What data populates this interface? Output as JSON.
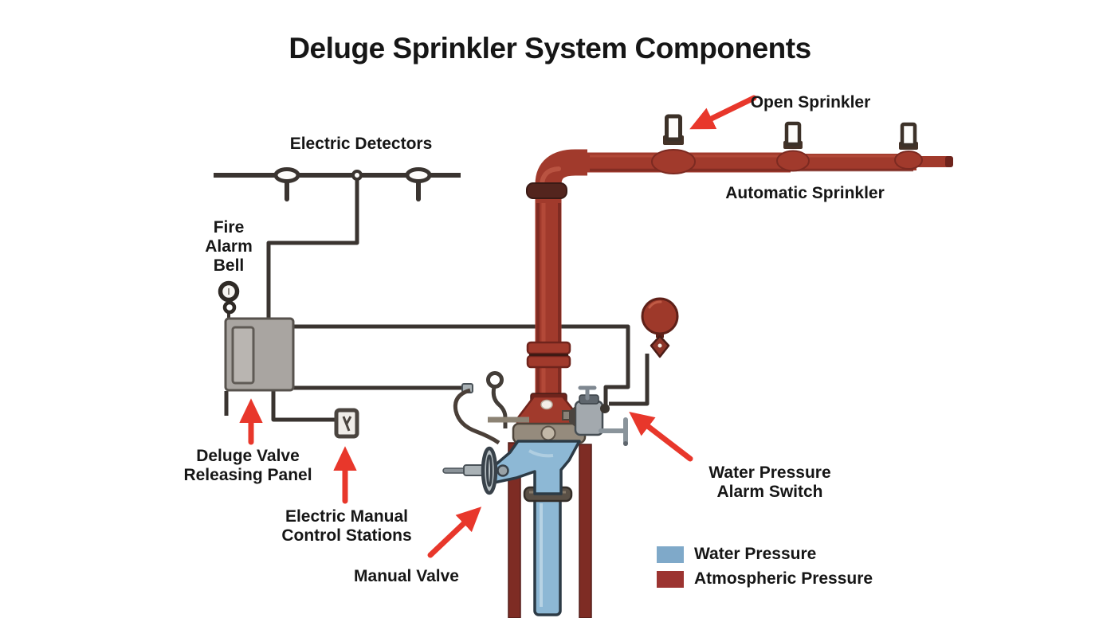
{
  "title": "Deluge Sprinkler System Components",
  "labels": {
    "electric_detectors": "Electric Detectors",
    "fire_alarm_bell": {
      "l1": "Fire",
      "l2": "Alarm",
      "l3": "Bell"
    },
    "open_sprinkler": "Open Sprinkler",
    "automatic_sprinkler": "Automatic Sprinkler",
    "deluge_valve_releasing_panel": {
      "l1": "Deluge Valve",
      "l2": "Releasing Panel"
    },
    "electric_manual_control_stations": {
      "l1": "Electric Manual",
      "l2": "Control Stations"
    },
    "manual_valve": "Manual Valve",
    "water_pressure_alarm_switch": {
      "l1": "Water Pressure",
      "l2": "Alarm Switch"
    }
  },
  "legend": {
    "items": [
      {
        "label": "Water Pressure",
        "color": "#7fa9c9"
      },
      {
        "label": "Atmospheric Pressure",
        "color": "#9c3431"
      }
    ]
  },
  "colors": {
    "pipe_red": "#a13a2c",
    "pipe_dark": "#6f241c",
    "pipe_deep": "#7e2c24",
    "wire": "#3a3430",
    "water_blue": "#8db8d5",
    "arrow_red": "#e8372b",
    "panel_gray": "#a9a5a1",
    "gong_red": "#9e392a"
  }
}
